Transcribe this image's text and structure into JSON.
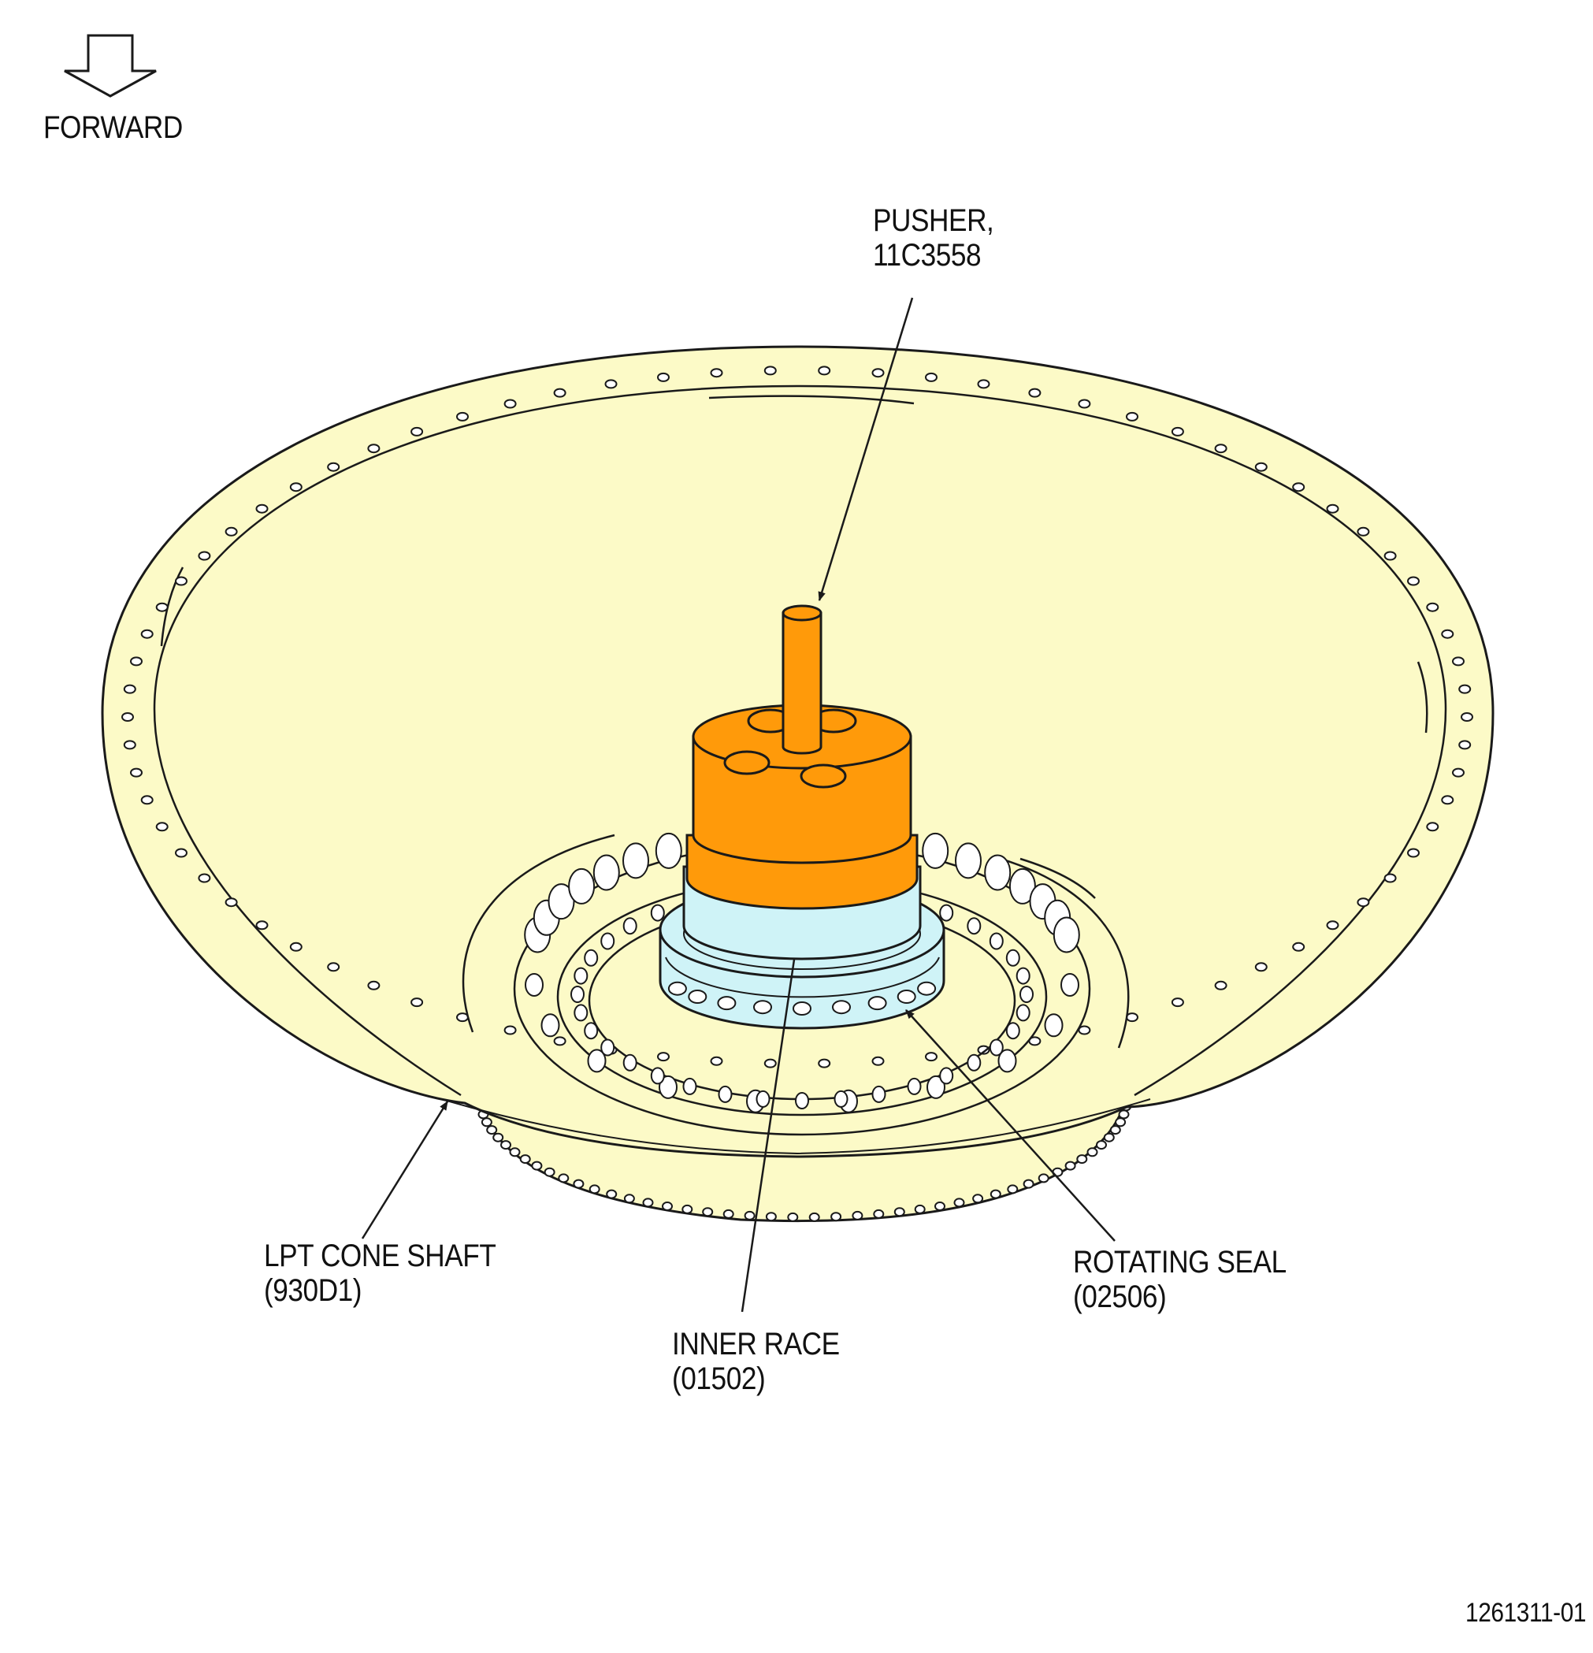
{
  "direction": {
    "text": "FORWARD",
    "icon": "forward-arrow-icon"
  },
  "callouts": {
    "pusher": {
      "line1": "PUSHER,",
      "line2": "11C3558"
    },
    "cone_shaft": {
      "line1": "LPT CONE SHAFT",
      "line2": "(930D1)"
    },
    "inner_race": {
      "line1": "INNER RACE",
      "line2": "(01502)"
    },
    "rotating_seal": {
      "line1": "ROTATING SEAL",
      "line2": "(02506)"
    }
  },
  "figure_id": "1261311-01",
  "colors": {
    "cone": "#fcfac7",
    "pusher": "#ff9a0a",
    "seal": "#cff3f7",
    "line": "#1a1a1a"
  }
}
